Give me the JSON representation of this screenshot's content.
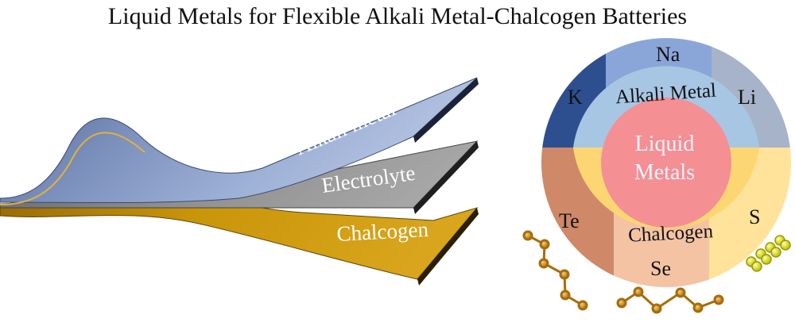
{
  "title": "Liquid Metals for Flexible Alkali Metal-Chalcogen Batteries",
  "layers": {
    "alkali": "Alkali metal",
    "electrolyte": "Electrolyte",
    "chalcogen": "Chalcogen"
  },
  "circle": {
    "center_line1": "Liquid",
    "center_line2": "Metals",
    "ring_alkali": "Alkali Metal",
    "ring_chalcogen": "Chalcogen",
    "elements": {
      "na": "Na",
      "k": "K",
      "li": "Li",
      "te": "Te",
      "s": "S",
      "se": "Se"
    }
  },
  "colors": {
    "alkali_layer": "#8ea1c6",
    "electrolyte_layer": "#8a8a8a",
    "chalcogen_layer": "#c9960a",
    "na_segment": "#8aa6d8",
    "k_segment": "#2d4f8f",
    "li_segment": "#a7b3c8",
    "te_segment": "#cf8868",
    "s_segment": "#ffe39a",
    "se_segment": "#f4c3a4",
    "alkali_ring": "#a7c6e4",
    "chalcogen_ring": "#fcd673",
    "center": "#f48f93",
    "center_text": "#f4f2ff",
    "te_se_atoms": "#c98a1c",
    "s_atoms": "#e8e82a"
  }
}
